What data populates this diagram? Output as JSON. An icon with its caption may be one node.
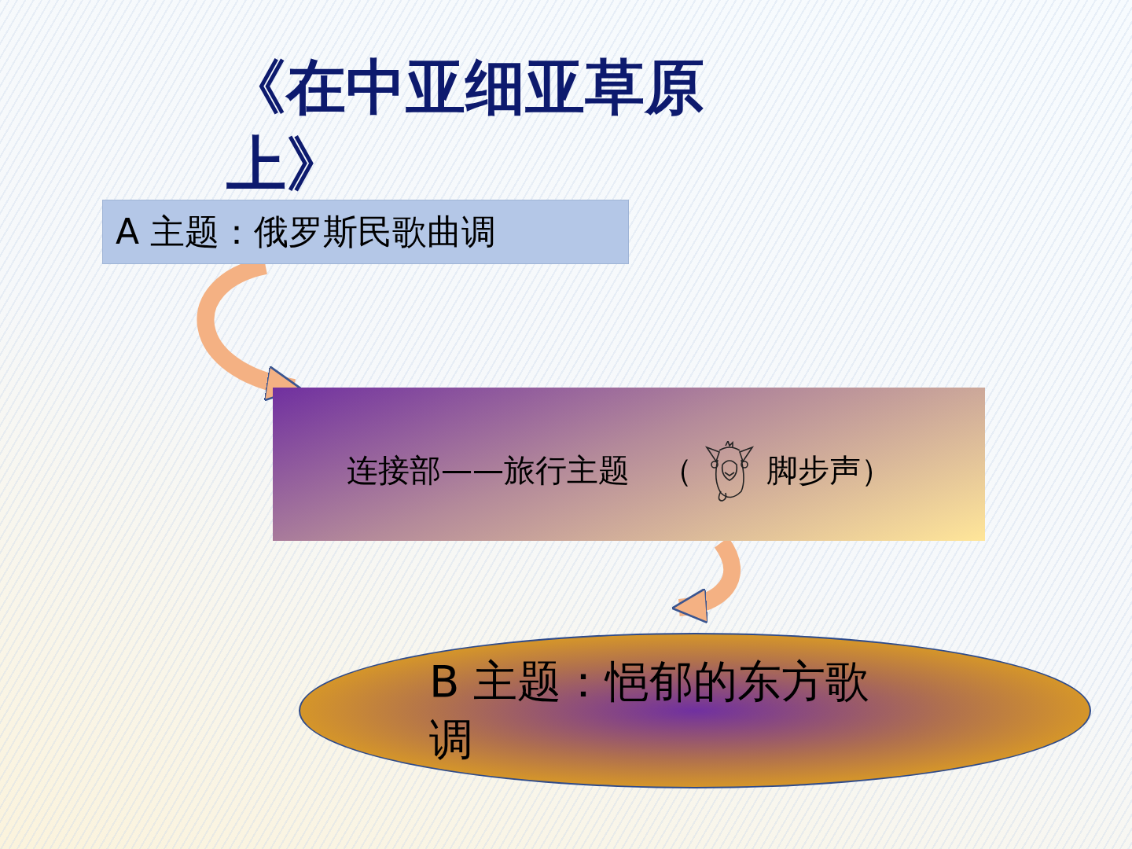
{
  "diagram": {
    "title": "《在中亚细亚草原上》",
    "nodes": [
      {
        "text": [
          "A 主题：俄罗斯民歌曲调"
        ]
      },
      {
        "text": [
          "连接部——旅行主题　（",
          "脚步声）"
        ]
      },
      {
        "text": [
          "B 主题：悒郁的东方歌调"
        ]
      }
    ],
    "edges": [
      {
        "from": 0,
        "to": 1,
        "arrow": "to"
      },
      {
        "from": 1,
        "to": 2,
        "arrow": "to"
      }
    ]
  }
}
